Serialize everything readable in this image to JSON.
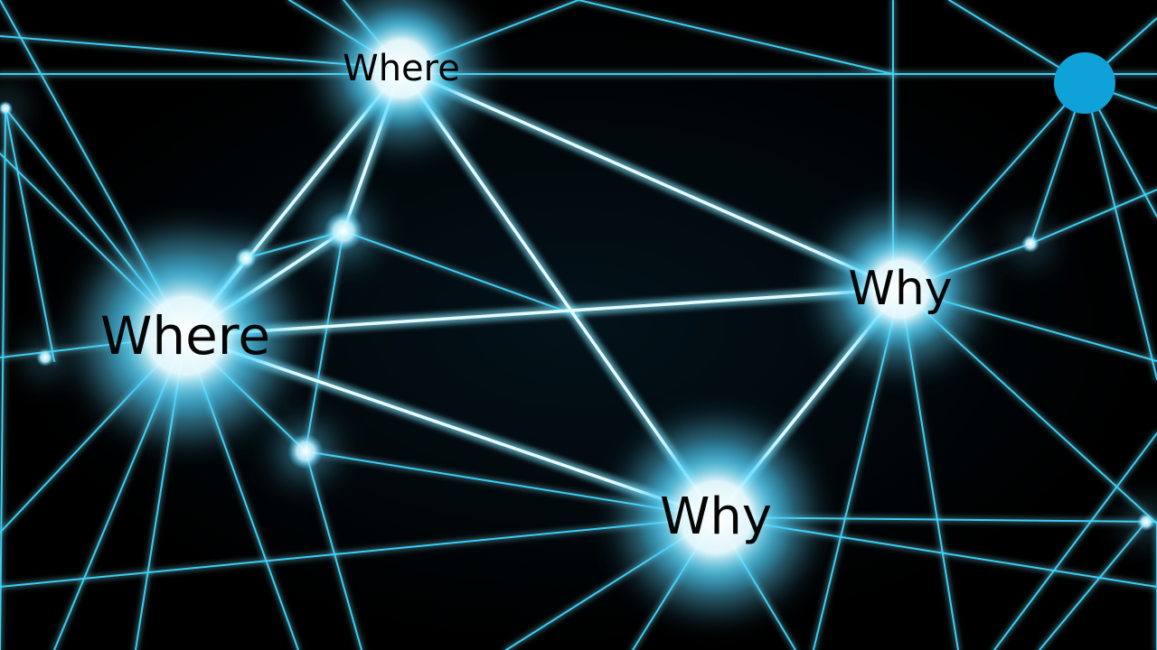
{
  "scene": {
    "background": "#000000",
    "line_color": "#3ad6ff",
    "glow_color": "#7fe8ff",
    "core_color": "#ffffff"
  },
  "nodes": {
    "where_top": "Where",
    "where_left": "Where",
    "why_right": "Why",
    "why_bottom": "Why"
  }
}
